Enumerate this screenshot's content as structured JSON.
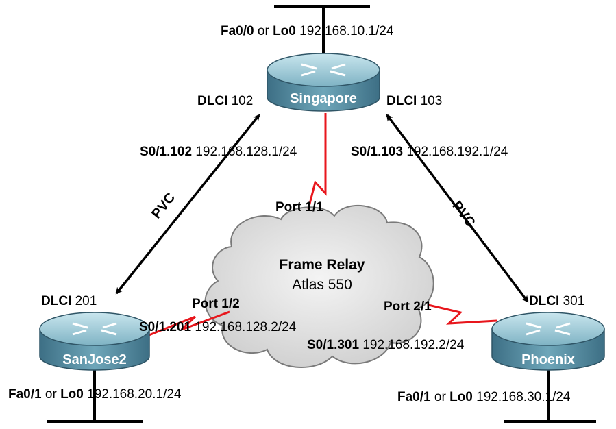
{
  "colors": {
    "serial_link": "#e8161c",
    "router_body": "#4f8aa0",
    "router_top": "#9fcbd8",
    "cloud_fill": "#d9d9d9",
    "pvc_arrow": "#000000"
  },
  "routers": {
    "singapore": {
      "name": "Singapore"
    },
    "sanjose2": {
      "name": "SanJose2"
    },
    "phoenix": {
      "name": "Phoenix"
    }
  },
  "cloud": {
    "title": "Frame Relay",
    "subtitle": "Atlas 550"
  },
  "labels": {
    "singapore_lan": {
      "if1": "Fa0/0",
      "or": "or",
      "if2": "Lo0",
      "ip": "192.168.10.1/24"
    },
    "singapore_dlci_left": {
      "key": "DLCI",
      "value": "102"
    },
    "singapore_dlci_right": {
      "key": "DLCI",
      "value": "103"
    },
    "singapore_s0_102": {
      "if": "S0/1.102",
      "ip": "192.168.128.1/24"
    },
    "singapore_s0_103": {
      "if": "S0/1.103",
      "ip": "192.168.192.1/24"
    },
    "port_1_1": "Port 1/1",
    "port_1_2": "Port 1/2",
    "port_2_1": "Port 2/1",
    "pvc_left": "PVC",
    "pvc_right": "PVC",
    "sanjose_dlci": {
      "key": "DLCI",
      "value": "201"
    },
    "phoenix_dlci": {
      "key": "DLCI",
      "value": "301"
    },
    "sanjose_s0": {
      "if": "S0/1.201",
      "ip": "192.168.128.2/24"
    },
    "phoenix_s0": {
      "if": "S0/1.301",
      "ip": "192.168.192.2/24"
    },
    "sanjose_lan": {
      "if1": "Fa0/1",
      "or": "or",
      "if2": "Lo0",
      "ip": "192.168.20.1/24"
    },
    "phoenix_lan": {
      "if1": "Fa0/1",
      "or": "or",
      "if2": "Lo0",
      "ip": "192.168.30.1/24"
    }
  }
}
